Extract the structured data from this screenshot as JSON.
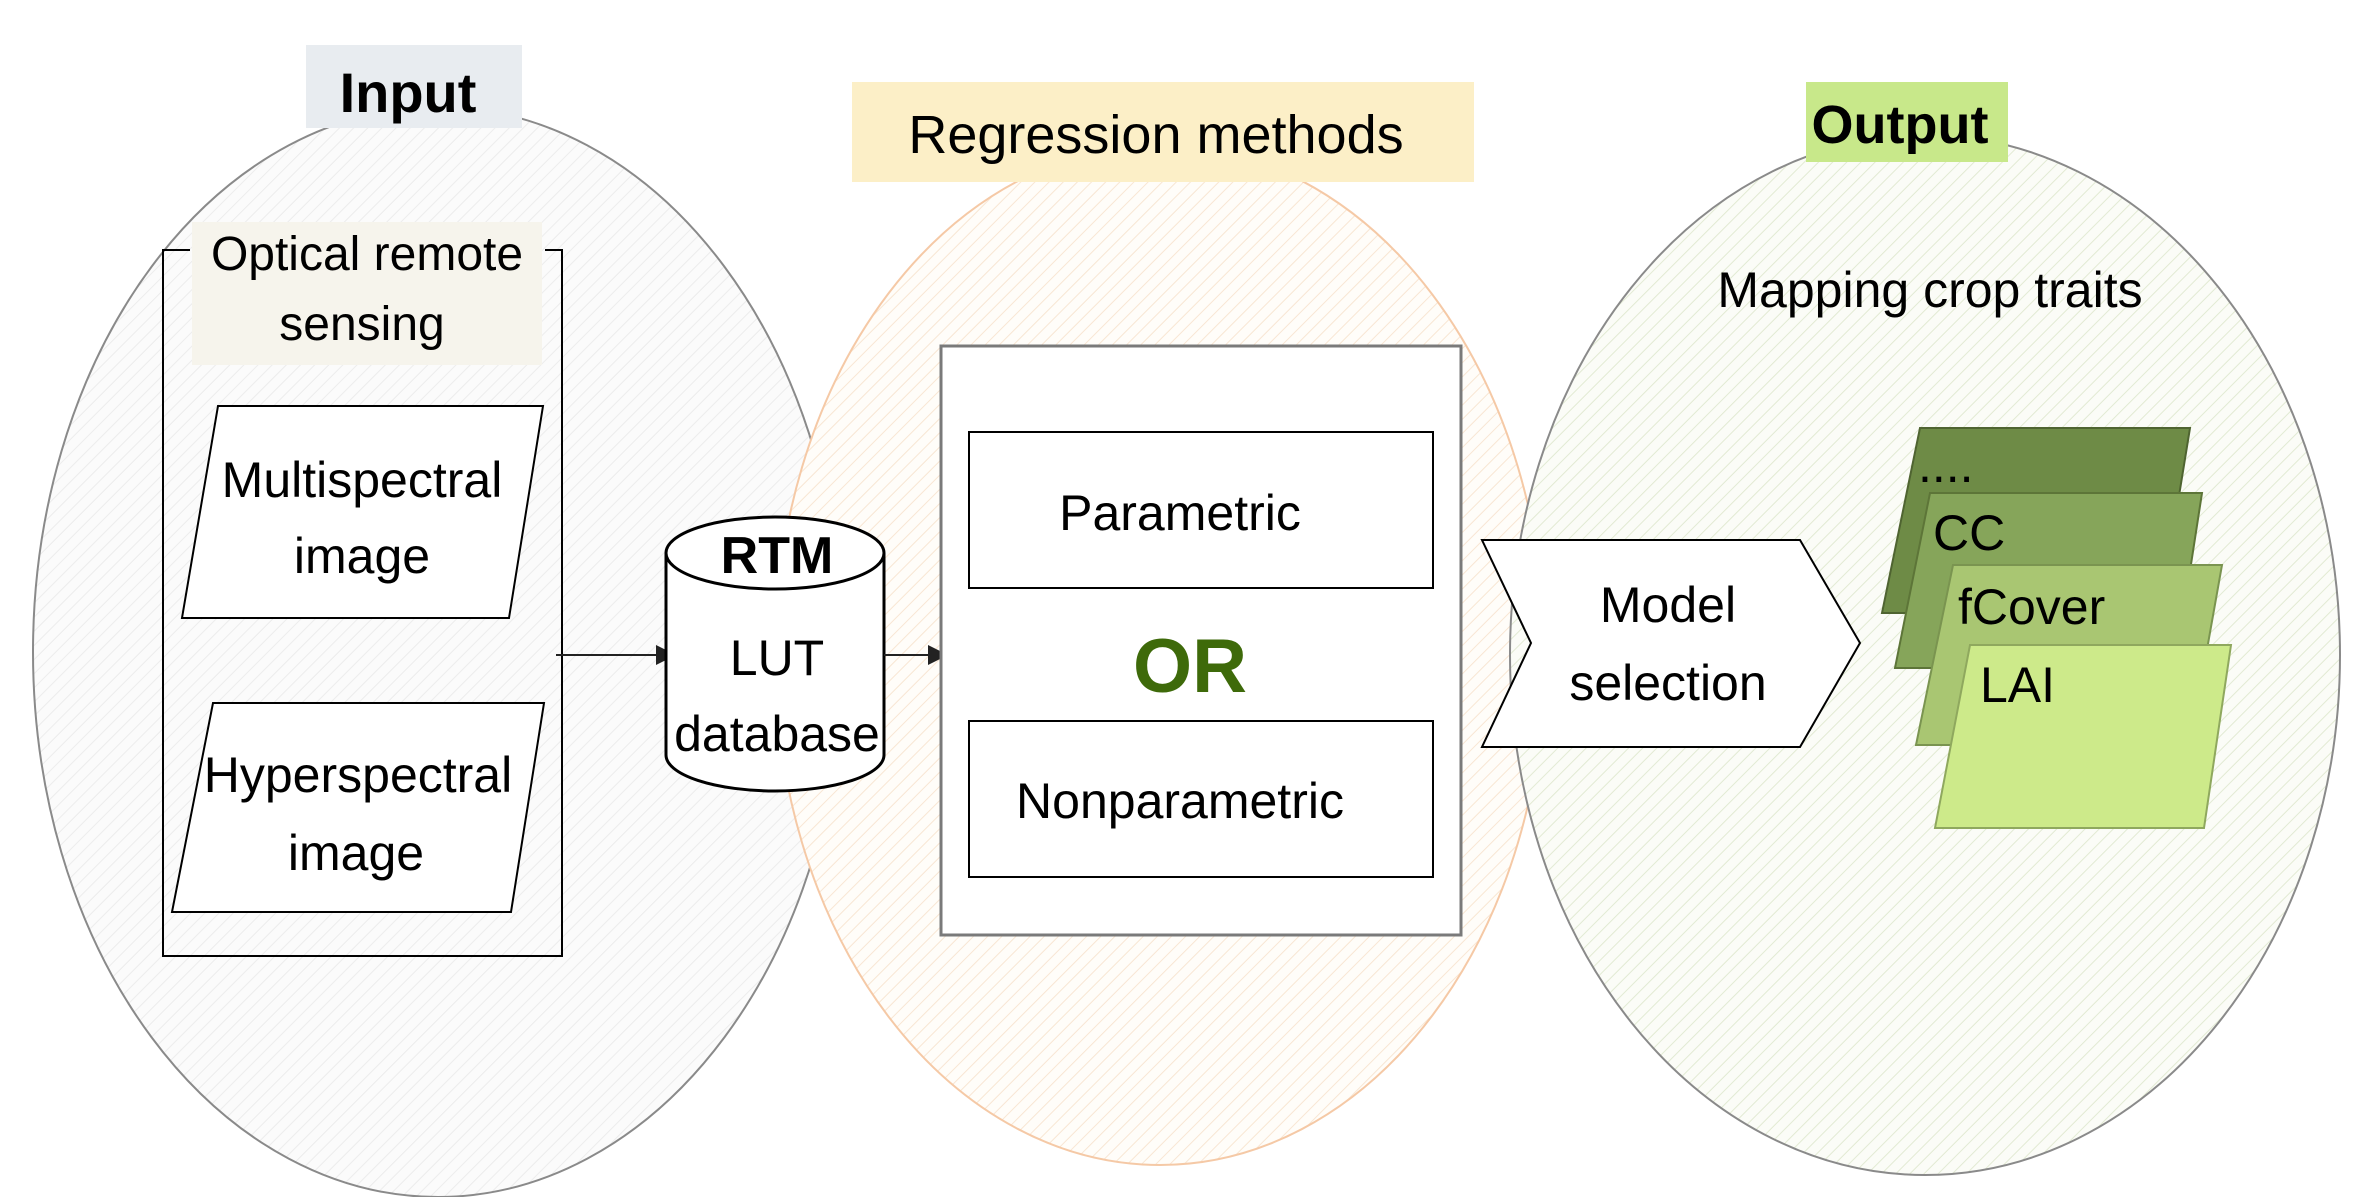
{
  "input": {
    "heading": "Input",
    "group_label_line1": "Optical remote",
    "group_label_line2": "sensing",
    "multispectral_line1": "Multispectral",
    "multispectral_line2": "image",
    "hyperspectral_line1": "Hyperspectral",
    "hyperspectral_line2": "image"
  },
  "rtm": {
    "title": "RTM",
    "line1": "LUT",
    "line2": "database"
  },
  "regression": {
    "heading": "Regression methods",
    "parametric": "Parametric",
    "or": "OR",
    "nonparametric": "Nonparametric"
  },
  "model_selection": {
    "line1": "Model",
    "line2": "selection"
  },
  "output": {
    "heading": "Output",
    "subtitle": "Mapping crop traits",
    "layers": [
      "....",
      "CC",
      "fCover",
      "LAI"
    ]
  },
  "colors": {
    "input_heading_bg": "#E8ECF0",
    "regression_heading_bg": "#FCEFC7",
    "output_heading_bg": "#C8E88A",
    "group_label_bg": "#F6F4EC",
    "or_text": "#3E6A0A",
    "layer_1": "#6E8B46",
    "layer_2": "#86A55A",
    "layer_3": "#A9C672",
    "layer_4": "#CDEA8A",
    "regression_ellipse_stroke": "#F5C9A6"
  }
}
